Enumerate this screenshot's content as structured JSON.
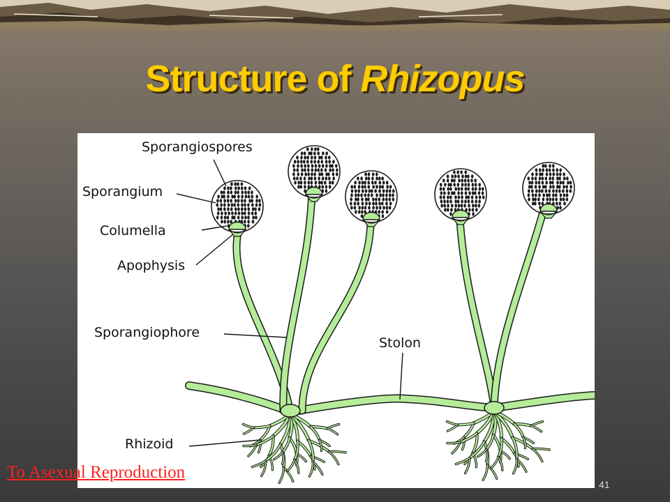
{
  "slide": {
    "title_prefix": "Structure of ",
    "title_italic": "Rhizopus",
    "page_number": "41"
  },
  "diagram": {
    "labels": {
      "sporangiospores": "Sporangiospores",
      "sporangium": "Sporangium",
      "columella": "Columella",
      "apophysis": "Apophysis",
      "sporangiophore": "Sporangiophore",
      "stolon": "Stolon",
      "rhizoid": "Rhizoid"
    },
    "colors": {
      "hypha_fill": "#b5ec99",
      "hypha_outline": "#1a1a1a",
      "title": "#ffcc00",
      "link": "#ff2020"
    }
  },
  "navigation": {
    "link_label": "To Asexual  Reproduction"
  }
}
